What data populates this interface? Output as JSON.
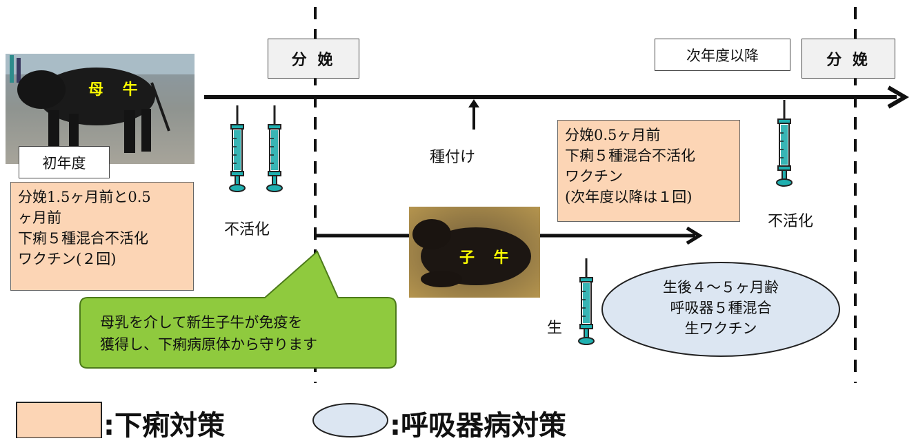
{
  "labels": {
    "bunben_1": "分 娩",
    "bunben_2": "分 娩",
    "next_year": "次年度以降",
    "first_year": "初年度",
    "mother": "母 牛",
    "calf": "子 牛",
    "mating": "種付け",
    "inactive_1": "不活化",
    "inactive_2": "不活化",
    "live": "生"
  },
  "notes": {
    "first_year_vaccine": [
      "分娩1.5ヶ月前と0.5",
      "ヶ月前",
      "下痢５種混合不活化",
      "ワクチン(２回)"
    ],
    "next_year_vaccine": [
      "分娩0.5ヶ月前",
      "下痢５種混合不活化",
      "ワクチン",
      "(次年度以降は１回)"
    ],
    "respiratory_vaccine": [
      "生後４～５ヶ月齢",
      "呼吸器５種混合",
      "生ワクチン"
    ],
    "callout": [
      "母乳を介して新生子牛が免疫を",
      "獲得し、下痢病原体から守ります"
    ]
  },
  "legend": {
    "diarrhea": ":下痢対策",
    "respiratory": ":呼吸器病対策"
  },
  "colors": {
    "peach": "#fcd5b5",
    "oval": "#dce6f2",
    "callout_green": "#8fca3e",
    "syringe_fluid": "#38b5b5"
  },
  "icons": [
    "syringe-icon",
    "cow-photo",
    "calf-photo",
    "arrow"
  ]
}
